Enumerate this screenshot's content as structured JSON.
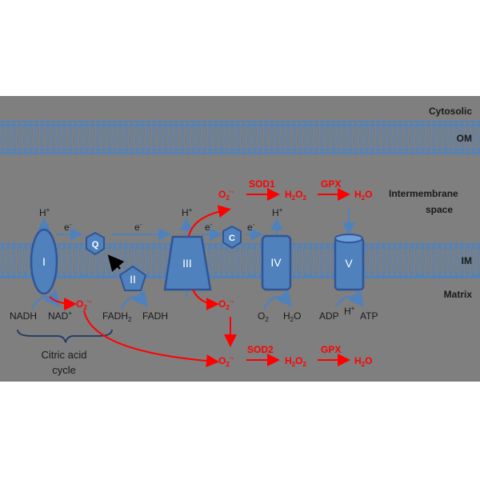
{
  "compartments": {
    "cytosolic": "Cytosolic",
    "om": "OM",
    "intermembrane_line1": "Intermembrane",
    "intermembrane_line2": "space",
    "im": "IM",
    "matrix": "Matrix"
  },
  "complexes": {
    "complex_I": "I",
    "ubiquinone": "Q",
    "complex_II": "II",
    "complex_III": "III",
    "cytochrome_c": "C",
    "complex_IV": "IV",
    "complex_V": "V"
  },
  "transfers": {
    "electron_1": "e",
    "electron_2": "e",
    "electron_3": "e",
    "electron_4": "e",
    "electron_sup": "-",
    "proton_I": "H",
    "proton_III": "H",
    "proton_IV": "H",
    "proton_sup": "+"
  },
  "substrates": {
    "nadh": "NADH",
    "nad_base": "NAD",
    "nad_sup": "+",
    "fadh2_base": "FADH",
    "fadh2_sub": "2",
    "fadh": "FADH",
    "o2_base": "O",
    "o2_sub": "2",
    "h2o_base": "H",
    "h2o_sub": "2",
    "h2o_end": "O",
    "adp": "ADP",
    "h_atp_base": "H",
    "h_atp_sup": "+",
    "atp": "ATP"
  },
  "ros": {
    "superoxide_base": "O",
    "superoxide_sub": "2",
    "superoxide_sup": "·-",
    "sod1": "SOD1",
    "sod2": "SOD2",
    "gpx_top": "GPX",
    "gpx_bottom": "GPX",
    "h2o2_h": "H",
    "h2o2_2a": "2",
    "h2o2_o": "O",
    "h2o2_2b": "2",
    "water_h": "H",
    "water_2": "2",
    "water_o": "O"
  },
  "cycle": {
    "line1": "Citric acid",
    "line2": "cycle"
  },
  "colors": {
    "background": "#7f7f7f",
    "membrane": "#4f81bd",
    "membrane_dark": "#2f5597",
    "complex_fill": "#4f81bd",
    "complex_stroke": "#2f5597",
    "ros_red": "#ff0000",
    "arrow_blue": "#4f81bd"
  }
}
